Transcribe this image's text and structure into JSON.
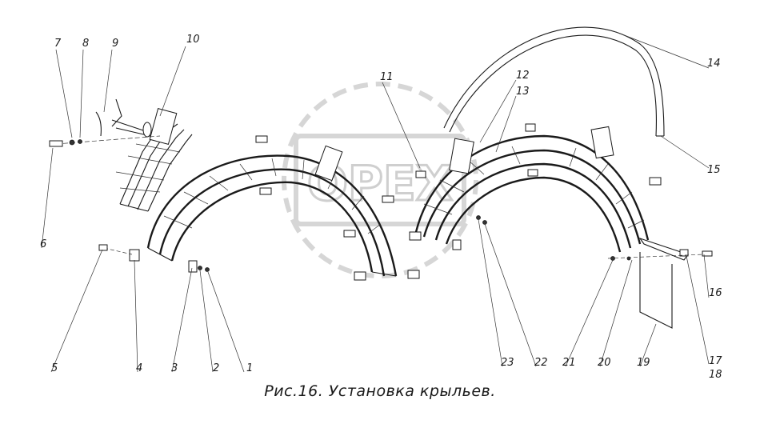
{
  "caption": "Рис.16.   Установка  крыльев.",
  "watermark": "OPEX",
  "part_labels": [
    "1",
    "2",
    "3",
    "4",
    "5",
    "6",
    "7",
    "8",
    "9",
    "10",
    "11",
    "12",
    "13",
    "14",
    "15",
    "16",
    "17",
    "18",
    "19",
    "20",
    "21",
    "22",
    "23"
  ]
}
